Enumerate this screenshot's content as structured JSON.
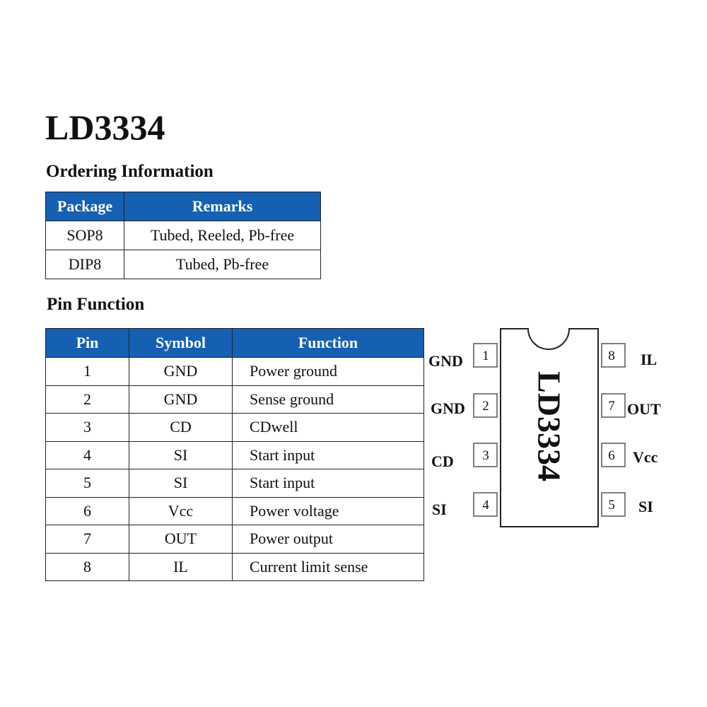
{
  "title": "LD3334",
  "ordering": {
    "heading": "Ordering Information",
    "headers": [
      "Package",
      "Remarks"
    ],
    "rows": [
      [
        "SOP8",
        "Tubed, Reeled, Pb-free"
      ],
      [
        "DIP8",
        "Tubed, Pb-free"
      ]
    ]
  },
  "pin_function": {
    "heading": "Pin Function",
    "headers": [
      "Pin",
      "Symbol",
      "Function"
    ],
    "rows": [
      [
        "1",
        "GND",
        "Power ground"
      ],
      [
        "2",
        "GND",
        "Sense ground"
      ],
      [
        "3",
        "CD",
        "CDwell"
      ],
      [
        "4",
        "SI",
        "Start input"
      ],
      [
        "5",
        "SI",
        "Start input"
      ],
      [
        "6",
        "Vcc",
        "Power voltage"
      ],
      [
        "7",
        "OUT",
        "Power output"
      ],
      [
        "8",
        "IL",
        "Current limit sense"
      ]
    ]
  },
  "diagram": {
    "chip_label": "LD3334",
    "left_pins": [
      {
        "num": "1",
        "label": "GND"
      },
      {
        "num": "2",
        "label": "GND"
      },
      {
        "num": "3",
        "label": "CD"
      },
      {
        "num": "4",
        "label": "SI"
      }
    ],
    "right_pins": [
      {
        "num": "8",
        "label": "IL"
      },
      {
        "num": "7",
        "label": "OUT"
      },
      {
        "num": "6",
        "label": "Vcc"
      },
      {
        "num": "5",
        "label": "SI"
      }
    ]
  },
  "colors": {
    "header_blue": "#1560b3",
    "border": "#222222",
    "text": "#111111"
  }
}
